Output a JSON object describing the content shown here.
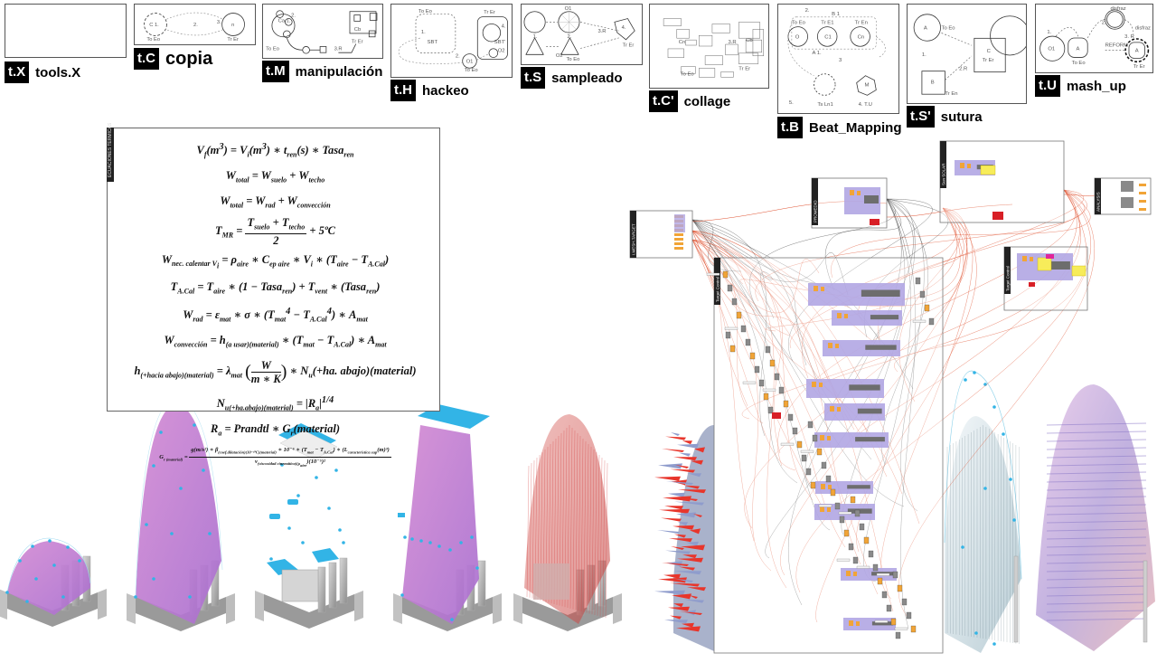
{
  "tools": [
    {
      "id": "t-x",
      "code": "t.X",
      "name": "tools.X",
      "diagram_labels": []
    },
    {
      "id": "t-c",
      "code": "t.C",
      "name": "copia",
      "diagram_labels": [
        "C 1.",
        "2.",
        "3.",
        "n",
        "To Eo",
        "Tr Er"
      ]
    },
    {
      "id": "t-m",
      "code": "t.M",
      "name": "manipulación",
      "diagram_labels": [
        "a",
        "a",
        "2.",
        "Ca 1.",
        "a",
        "b",
        "b",
        "Cb",
        "b",
        "To Eo",
        "a",
        "2.",
        "b",
        "3.R",
        "Tr Er"
      ]
    },
    {
      "id": "t-h",
      "code": "t.H",
      "name": "hackeo",
      "diagram_labels": [
        "To Eo",
        "1.",
        "SBT",
        "1",
        "2.",
        "O1",
        "To Eo",
        "3.",
        "Tr Er",
        "4.",
        "SBT'",
        "O2"
      ]
    },
    {
      "id": "t-s",
      "code": "t.S",
      "name": "sampleado",
      "diagram_labels": [
        "O1",
        "1.",
        "2.",
        "3.R",
        "4.",
        "O2",
        "To Eo",
        "C1",
        "Tr Er"
      ]
    },
    {
      "id": "t-c2",
      "code": "t.C'",
      "name": "collage",
      "diagram_labels": [
        "Cn",
        "3.R",
        "Cb",
        "To Eo",
        "Tr Er"
      ]
    },
    {
      "id": "t-b",
      "code": "t.B",
      "name": "Beat_Mapping",
      "diagram_labels": [
        "2.",
        "B 1",
        "To Eo",
        "Tr E1",
        "Tr En",
        "O",
        "C1",
        "Cn",
        "A 1.",
        "3",
        "5.",
        "Ts Ln1",
        "M",
        "4. T.U"
      ]
    },
    {
      "id": "t-s2",
      "code": "t.S'",
      "name": "sutura",
      "diagram_labels": [
        "A",
        "To Eo",
        "1.",
        "C",
        "Tr Er",
        "B",
        "2.R",
        "Tr En"
      ]
    },
    {
      "id": "t-u",
      "code": "t.U",
      "name": "mash_up",
      "diagram_labels": [
        "1.",
        "O1",
        "A",
        "To Eo",
        "2.",
        "disfraz",
        "disfraz reformulado",
        "3. R",
        "REFORM",
        "A",
        "Tr Er"
      ]
    }
  ],
  "formula_panel": {
    "tab_label": "ECUACIONES TERMICAS",
    "equations": [
      {
        "lhs": "V",
        "lhs_sub": "f",
        "rest": "(m³) = V",
        "rest_sub": "i",
        "tail": "(m³) ∗ t",
        "tail_sub": "ren",
        "tail2": "(s) ∗ Tasa",
        "tail2_sub": "ren"
      },
      {
        "text": "W_total = W_suelo + W_techo"
      },
      {
        "text": "W_total = W_rad + W_convección"
      },
      {
        "text": "T_MR = (T_suelo + T_techo) / 2 + 5ºC"
      },
      {
        "text": "W_nec. calentar V_i = ρ_aire ∗ C_ep aire ∗ V_i ∗ (T_aire − T_A.Cal)"
      },
      {
        "text": "T_A.Cal = T_aire ∗ (1 − Tasa_ren) + T_vent ∗ (Tasa_ren)"
      },
      {
        "text": "W_rad = ε_mat ∗ σ ∗ (T_mat⁴ − T_A.Cal⁴) ∗ A_mat"
      },
      {
        "text": "W_convección = h_(a usar)(material) ∗ (T_mat − T_A.Cal) ∗ A_mat"
      },
      {
        "text": "h_(+hacia abajo)(material) = λ_mat (W / (m ∗ K)) ∗ N_u(+ha. abajo)(material)"
      },
      {
        "text": "N_u(+ha.abajo)(material) = |R_a|^1/4"
      },
      {
        "text": "R_a = Prandtl ∗ G_r(material)"
      },
      {
        "text": "G_r(material) = g(m/s²) ∗ β_(coef.dilatación)(10⁻⁴ºC)(material) ∗ 10⁻⁶ ∗ (T_mat − T_A.Cal) ∗ (L_característica sup(m)³) / ν_(viscosidad cinemática)(ρ_aire)(10⁻⁵)²"
      }
    ],
    "lines": {
      "l1": {
        "a": "V",
        "as": "f",
        "b": "(m",
        "bsup": "3",
        "c": ") = V",
        "cs": "i",
        "d": "(m",
        "dsup": "3",
        "e": ") ∗ t",
        "es": "ren",
        "f": "(s) ∗ Tasa",
        "fs": "ren"
      },
      "l2": {
        "a": "W",
        "as": "total",
        "b": " = W",
        "bs": "suelo",
        "c": " + W",
        "cs": "techo"
      },
      "l3": {
        "a": "W",
        "as": "total",
        "b": " = W",
        "bs": "rad",
        "c": " + W",
        "cs": "convección"
      },
      "l4": {
        "a": "T",
        "as": "MR",
        "eq": " = ",
        "num": "T",
        "nums": "suelo",
        "num2": " + T",
        "num2s": "techo",
        "den": "2",
        "tail": " + 5ºC"
      },
      "l5": {
        "a": "W",
        "as": "nec. calentar V",
        "asi": "i",
        "b": " = ρ",
        "bs": "aire",
        "c": " ∗ C",
        "cs": "ep aire",
        "d": " ∗ V",
        "ds": "i",
        "e": " ∗ (T",
        "es": "aire",
        "f": " − T",
        "fs": "A.Cal",
        "g": ")"
      },
      "l6": {
        "a": "T",
        "as": "A.Cal",
        "b": " = T",
        "bs": "aire",
        "c": " ∗ (1 − Tasa",
        "cs": "ren",
        "d": ") + T",
        "ds": "vent",
        "e": " ∗ (Tasa",
        "es": "ren",
        "f": ")"
      },
      "l7": {
        "a": "W",
        "as": "rad",
        "b": " = ε",
        "bs": "mat",
        "c": " ∗ σ ∗ (T",
        "cs": "mat",
        "csup": "4",
        "d": " − T",
        "ds": "A.Cal",
        "dsup": "4",
        "e": ") ∗ A",
        "es": "mat"
      },
      "l8": {
        "a": "W",
        "as": "convección",
        "b": " = h",
        "bs": "(a usar)(material)",
        "c": " ∗ (T",
        "cs": "mat",
        "d": " − T",
        "ds": "A.Cal",
        "e": ") ∗ A",
        "es": "mat"
      },
      "l9": {
        "a": "h",
        "as": "(+hacia abajo)(material)",
        "b": " = λ",
        "bs": "mat",
        "num": "W",
        "den": "m ∗ K",
        "c": " ∗ N",
        "cs": "u",
        "d": "(+ha. abajo)(material)"
      },
      "l10": {
        "a": "N",
        "as": "u(+ha.abajo)(material)",
        "b": " = |R",
        "bs": "a",
        "c": "|",
        "csup": "1/4"
      },
      "l11": {
        "a": "R",
        "as": "a",
        "b": " = Prandtl ∗ G",
        "bs": "r",
        "c": "(material)"
      },
      "l12": {
        "a": "G",
        "as": "r (material)",
        "eq": " = ",
        "num": "g(m/s²) ∗ β",
        "nums": "(coef.dilatación)(10⁻⁴ºC)(material)",
        "num2": " ∗ 10⁻⁶ ∗ (T",
        "num2s": "mat",
        "num3": " − T",
        "num3s": "A.Cal",
        "num4": ") ∗ (L",
        "num4s": "característica sup",
        "num5": "(m)³)",
        "den": "ν",
        "dens": "(viscosidad cinemática)(ρ",
        "dens2": "aire",
        "den2": ")(10⁻⁵)²"
      }
    }
  },
  "node_graph": {
    "groups": [
      {
        "id": "g-input",
        "label": "I.MESH.TARGET"
      },
      {
        "id": "g-promedio",
        "label": "PROMEDIO"
      },
      {
        "id": "g-sunsolar",
        "label": "Sun SOLAR"
      },
      {
        "id": "g-analysis",
        "label": "ANALYSIS"
      },
      {
        "id": "g-control",
        "label": "Target Control"
      },
      {
        "id": "g-target",
        "label": "Target Control"
      }
    ],
    "colors": {
      "wire_red": "#e0502e",
      "wire_dark": "#444444",
      "cluster": "#b1a6e3",
      "param": "#f1a437",
      "component": "#8a8a8a",
      "panel_yellow": "#f7ec5a",
      "alert_red": "#d81f26",
      "magenta": "#e0259a"
    }
  },
  "renders": [
    {
      "id": "r1",
      "name": "dome-small",
      "caption": ""
    },
    {
      "id": "r2",
      "name": "dome-tall",
      "caption": ""
    },
    {
      "id": "r3",
      "name": "exploded-interior",
      "caption": ""
    },
    {
      "id": "r4",
      "name": "tower-trapezoid",
      "caption": ""
    },
    {
      "id": "r5",
      "name": "red-mesh-shell",
      "caption": ""
    },
    {
      "id": "r6",
      "name": "spiked-vectors",
      "caption": ""
    },
    {
      "id": "r7",
      "name": "white-mesh-tower",
      "caption": ""
    },
    {
      "id": "r8",
      "name": "purple-translucent-tower",
      "caption": ""
    }
  ],
  "colors": {
    "accent_blue": "#32b4e6",
    "pink_surface": "#c679c8",
    "purple_surface": "#a98ad6",
    "red_mesh": "#d43a3a",
    "grey_base": "#9c9c9c",
    "caption_bg": "#000000"
  }
}
